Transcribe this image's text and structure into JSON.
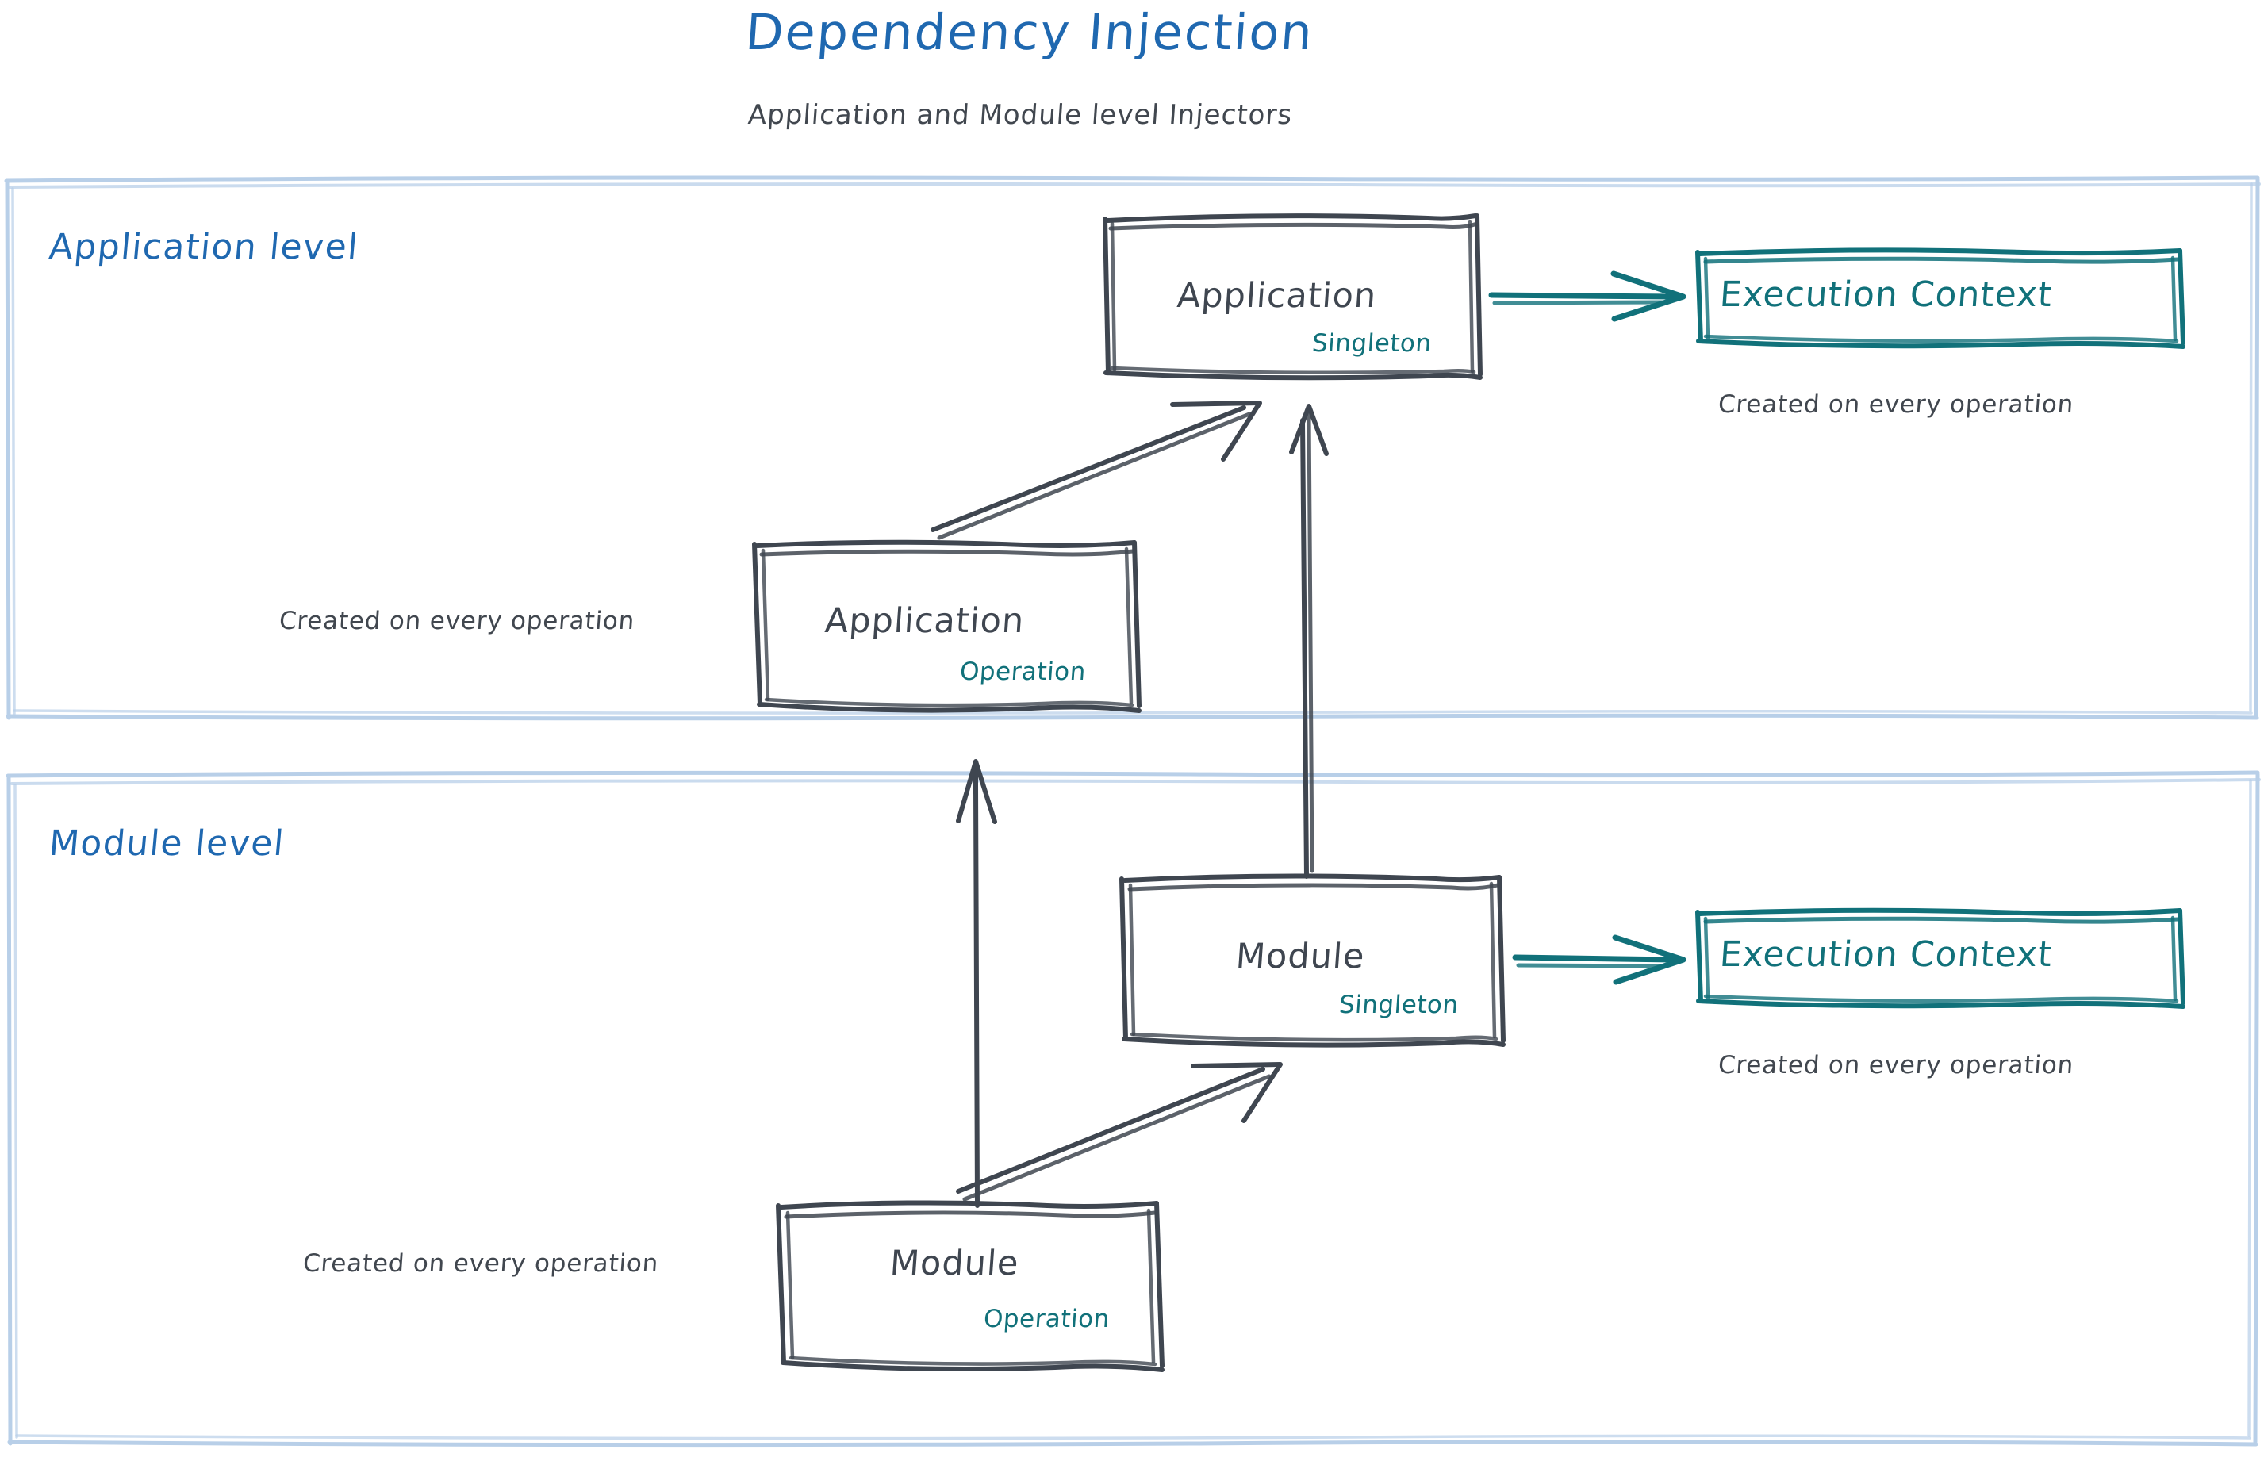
{
  "header": {
    "title": "Dependency Injection",
    "subtitle": "Application and Module level Injectors",
    "title_color": "#1f68b0",
    "subtitle_color": "#41474f"
  },
  "palette": {
    "blue": "#1f68b0",
    "teal": "#11717a",
    "ink": "#3f4650",
    "container_border": "#b8cfe8",
    "background": "#ffffff"
  },
  "sections": [
    {
      "id": "application-level",
      "label": "Application level",
      "nodes": [
        {
          "id": "application-singleton",
          "title": "Application",
          "scope": "Singleton",
          "style": "ink-box"
        },
        {
          "id": "application-execution-context",
          "title": "Execution Context",
          "style": "teal-box",
          "note": "Created on every operation"
        },
        {
          "id": "application-operation",
          "title": "Application",
          "scope": "Operation",
          "style": "ink-box",
          "note": "Created on every operation"
        }
      ]
    },
    {
      "id": "module-level",
      "label": "Module level",
      "nodes": [
        {
          "id": "module-singleton",
          "title": "Module",
          "scope": "Singleton",
          "style": "ink-box"
        },
        {
          "id": "module-execution-context",
          "title": "Execution Context",
          "style": "teal-box",
          "note": "Created on every operation"
        },
        {
          "id": "module-operation",
          "title": "Module",
          "scope": "Operation",
          "style": "ink-box",
          "note": "Created on every operation"
        }
      ]
    }
  ],
  "notes": {
    "app_ctx_note": "Created on every operation",
    "app_op_note": "Created on every operation",
    "mod_ctx_note": "Created on every operation",
    "mod_op_note": "Created on every operation"
  },
  "edges": [
    {
      "id": "app-singleton-to-app-context",
      "from": "application-singleton",
      "to": "application-execution-context",
      "color": "#11717a"
    },
    {
      "id": "app-operation-to-app-singleton",
      "from": "application-operation",
      "to": "application-singleton",
      "color": "#3f4650"
    },
    {
      "id": "module-singleton-to-app-singleton",
      "from": "module-singleton",
      "to": "application-singleton",
      "color": "#3f4650"
    },
    {
      "id": "module-singleton-to-module-context",
      "from": "module-singleton",
      "to": "module-execution-context",
      "color": "#11717a"
    },
    {
      "id": "module-operation-to-module-singleton",
      "from": "module-operation",
      "to": "module-singleton",
      "color": "#3f4650"
    },
    {
      "id": "module-operation-to-app-operation",
      "from": "module-operation",
      "to": "application-operation",
      "color": "#3f4650"
    }
  ]
}
